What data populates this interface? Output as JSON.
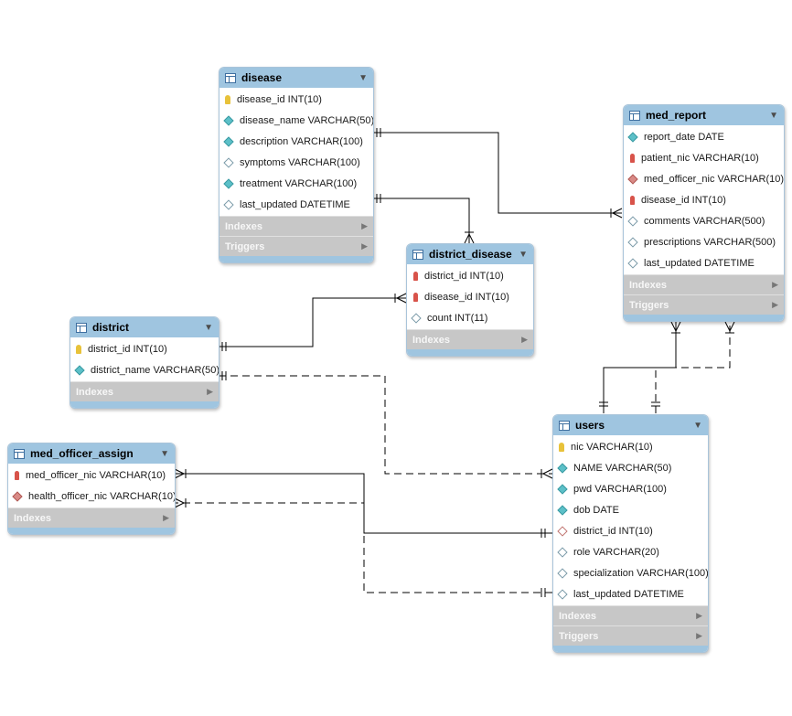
{
  "colors": {
    "header": "#9fc5e0",
    "section": "#c7c7c7",
    "line": "#000000"
  },
  "section_labels": {
    "indexes": "Indexes",
    "triggers": "Triggers"
  },
  "dropdown_glyph": "▼",
  "expand_glyph": "▶",
  "tables": {
    "disease": {
      "name": "disease",
      "columns": [
        {
          "icon": "primary-key-icon",
          "text": "disease_id INT(10)"
        },
        {
          "icon": "not-null-icon",
          "text": "disease_name VARCHAR(50)"
        },
        {
          "icon": "not-null-icon",
          "text": "description VARCHAR(100)"
        },
        {
          "icon": "nullable-icon",
          "text": "symptoms VARCHAR(100)"
        },
        {
          "icon": "not-null-icon",
          "text": "treatment VARCHAR(100)"
        },
        {
          "icon": "nullable-icon",
          "text": "last_updated DATETIME"
        }
      ]
    },
    "med_report": {
      "name": "med_report",
      "columns": [
        {
          "icon": "not-null-icon",
          "text": "report_date DATE"
        },
        {
          "icon": "foreign-key-icon",
          "text": "patient_nic VARCHAR(10)"
        },
        {
          "icon": "foreign-key-diamond-icon",
          "text": "med_officer_nic VARCHAR(10)"
        },
        {
          "icon": "foreign-key-icon",
          "text": "disease_id INT(10)"
        },
        {
          "icon": "nullable-icon",
          "text": "comments VARCHAR(500)"
        },
        {
          "icon": "nullable-icon",
          "text": "prescriptions VARCHAR(500)"
        },
        {
          "icon": "nullable-icon",
          "text": "last_updated DATETIME"
        }
      ]
    },
    "district_disease": {
      "name": "district_disease",
      "columns": [
        {
          "icon": "foreign-key-icon",
          "text": "district_id INT(10)"
        },
        {
          "icon": "foreign-key-icon",
          "text": "disease_id INT(10)"
        },
        {
          "icon": "nullable-icon",
          "text": "count INT(11)"
        }
      ]
    },
    "district": {
      "name": "district",
      "columns": [
        {
          "icon": "primary-key-icon",
          "text": "district_id INT(10)"
        },
        {
          "icon": "not-null-icon",
          "text": "district_name VARCHAR(50)"
        }
      ]
    },
    "med_officer_assign": {
      "name": "med_officer_assign",
      "columns": [
        {
          "icon": "foreign-key-icon",
          "text": "med_officer_nic VARCHAR(10)"
        },
        {
          "icon": "foreign-key-diamond-icon",
          "text": "health_officer_nic VARCHAR(10)"
        }
      ]
    },
    "users": {
      "name": "users",
      "columns": [
        {
          "icon": "primary-key-icon",
          "text": "nic VARCHAR(10)"
        },
        {
          "icon": "not-null-icon",
          "text": "NAME VARCHAR(50)"
        },
        {
          "icon": "not-null-icon",
          "text": "pwd VARCHAR(100)"
        },
        {
          "icon": "not-null-icon",
          "text": "dob DATE"
        },
        {
          "icon": "foreign-key-open-icon",
          "text": "district_id INT(10)"
        },
        {
          "icon": "nullable-icon",
          "text": "role VARCHAR(20)"
        },
        {
          "icon": "nullable-icon",
          "text": "specialization VARCHAR(100)"
        },
        {
          "icon": "nullable-icon",
          "text": "last_updated DATETIME"
        }
      ]
    }
  }
}
